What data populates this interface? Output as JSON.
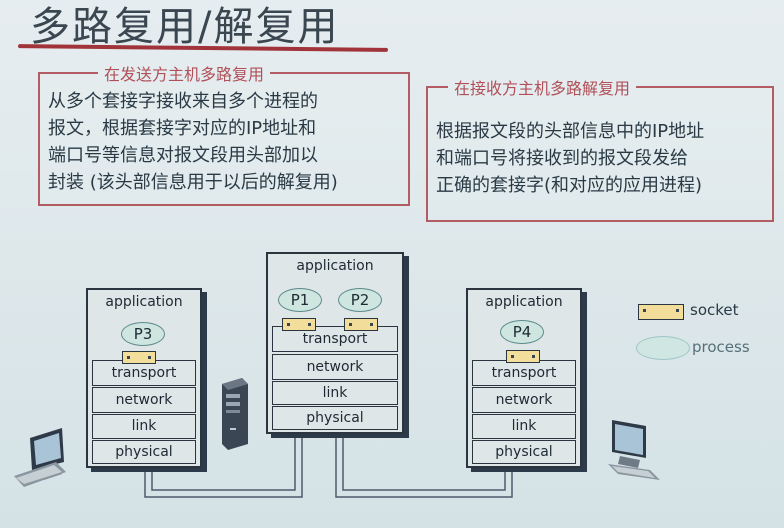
{
  "title": "多路复用/解复用",
  "mux_box": {
    "header": "在发送方主机多路复用",
    "lines": [
      "从多个套接字接收来自多个进程的",
      "报文，根据套接字对应的IP地址和",
      "端口号等信息对报文段用头部加以",
      "封装 (该头部信息用于以后的解复用)"
    ]
  },
  "demux_box": {
    "header": "在接收方主机多路解复用",
    "lines": [
      "根据报文段的头部信息中的IP地址",
      "和端口号将接收到的报文段发给",
      "正确的套接字(和对应的应用进程)"
    ]
  },
  "stacks": {
    "left": {
      "application": "application",
      "process": "P3",
      "transport": "transport",
      "network": "network",
      "link": "link",
      "physical": "physical"
    },
    "middle": {
      "application": "application",
      "process1": "P1",
      "process2": "P2",
      "transport": "transport",
      "network": "network",
      "link": "link",
      "physical": "physical"
    },
    "right": {
      "application": "application",
      "process": "P4",
      "transport": "transport",
      "network": "network",
      "link": "link",
      "physical": "physical"
    }
  },
  "legend": {
    "socket": "socket",
    "process": "process"
  },
  "icons": [
    "desktop-computer-icon",
    "server-icon",
    "desktop-computer-icon"
  ]
}
